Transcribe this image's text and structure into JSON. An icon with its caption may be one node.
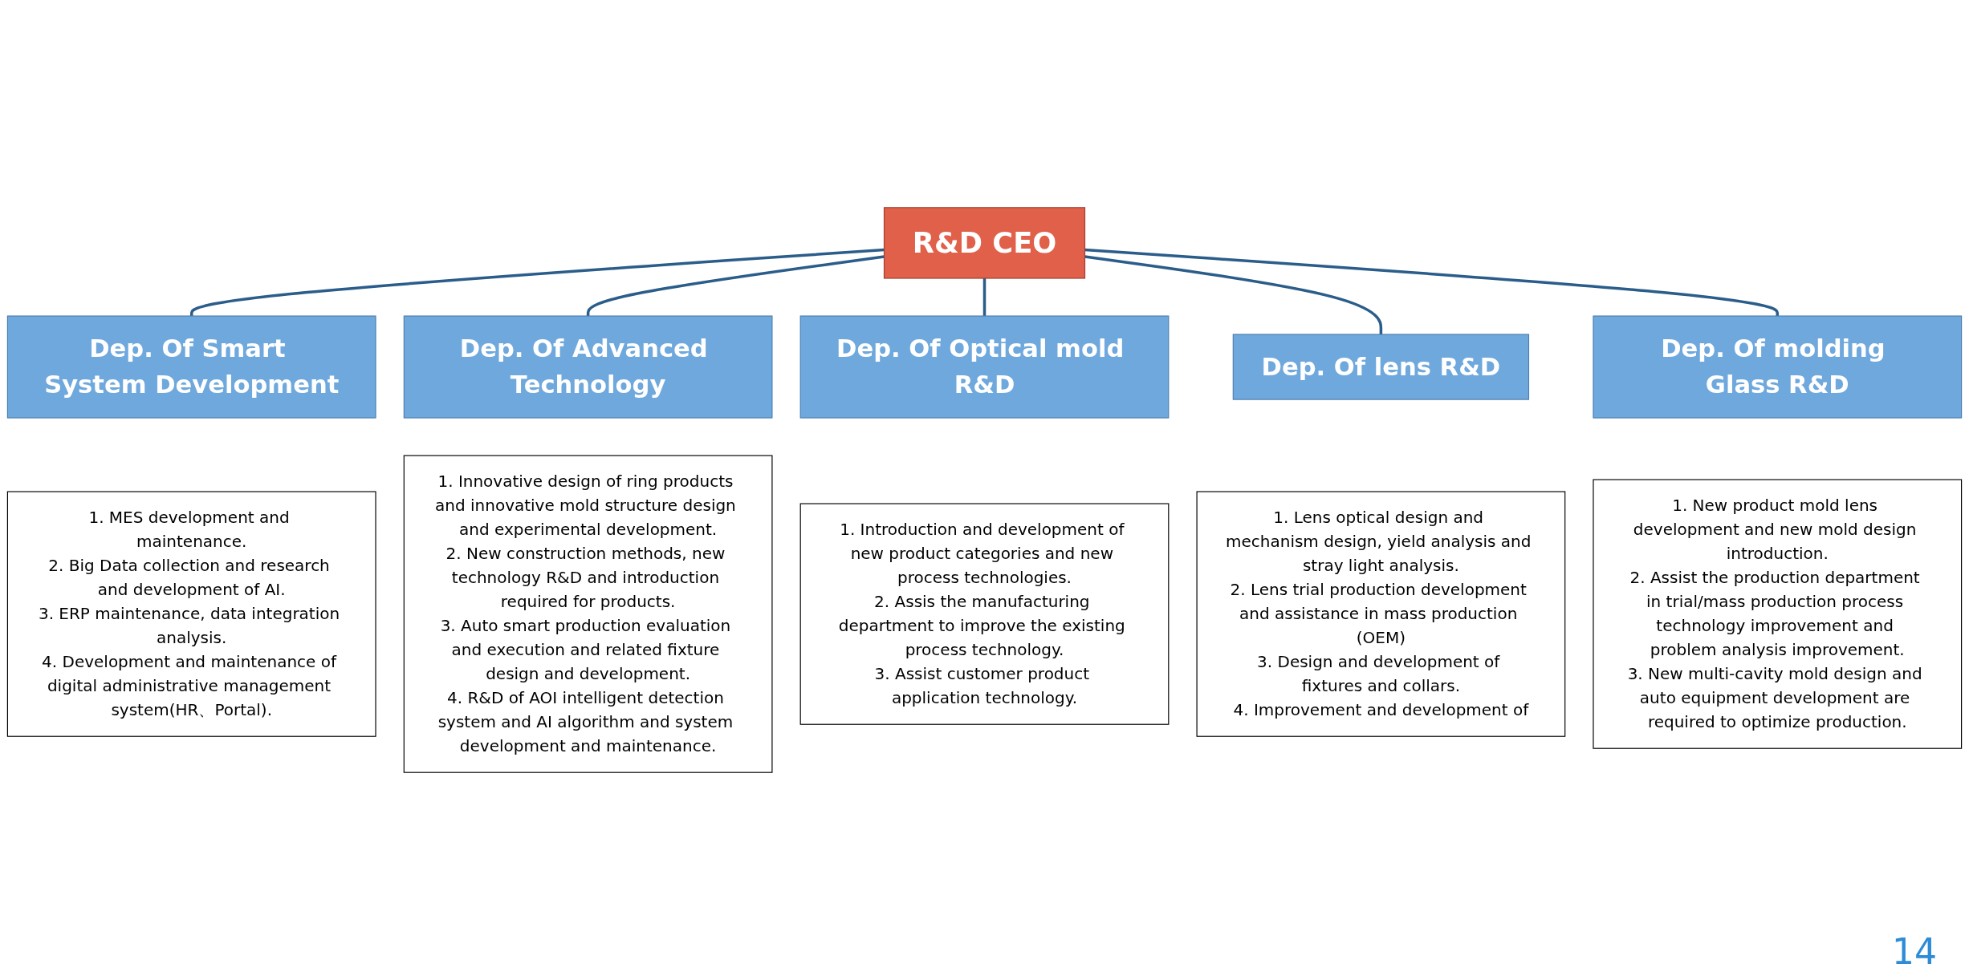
{
  "diagram": {
    "nodes": [
      {
        "text": [
          "R&D CEO"
        ]
      },
      {
        "text": [
          "Dep. Of Smart System Development"
        ]
      },
      {
        "text": [
          "Dep. Of Advanced Technology"
        ]
      },
      {
        "text": [
          "Dep. Of Optical mold R&D"
        ]
      },
      {
        "text": [
          "Dep. Of lens R&D"
        ]
      },
      {
        "text": [
          "Dep. Of molding Glass R&D"
        ]
      },
      {
        "text": [
          "1. MES development and maintenance.",
          "2. Big Data collection and research and development of AI.",
          "3. ERP maintenance, data integration analysis.",
          "4. Development and maintenance of digital administrative management system(HR、Portal)."
        ]
      },
      {
        "text": [
          "1. Innovative design of ring products and innovative mold structure design and experimental development.",
          "2. New construction methods, new technology R&D and introduction required for products.",
          "3. Auto smart production evaluation and execution and related fixture design and development.",
          "4. R&D of AOI intelligent detection system and AI algorithm and system development and maintenance."
        ]
      },
      {
        "text": [
          "1. Introduction and development of new product categories and new process technologies.",
          "2. Assis the manufacturing department to improve the existing process technology.",
          "3. Assist customer product application technology."
        ]
      },
      {
        "text": [
          "1. Lens optical design and mechanism design, yield analysis and stray light analysis.",
          "2. Lens trial production development and assistance in mass production (OEM)",
          "3. Design and development of fixtures and collars.",
          "4. Improvement and development of"
        ]
      },
      {
        "text": [
          "1. New product mold lens development and new mold design introduction.",
          "2. Assist the production department in trial/mass production process technology improvement and problem analysis improvement.",
          "3. New multi-cavity mold design and auto equipment development are required to optimize production."
        ]
      }
    ],
    "edges": [
      {
        "from": 0,
        "to": 1,
        "arrow": "none"
      },
      {
        "from": 0,
        "to": 2,
        "arrow": "none"
      },
      {
        "from": 0,
        "to": 3,
        "arrow": "none"
      },
      {
        "from": 0,
        "to": 4,
        "arrow": "none"
      },
      {
        "from": 0,
        "to": 5,
        "arrow": "none"
      }
    ],
    "labels": [
      "14"
    ]
  }
}
